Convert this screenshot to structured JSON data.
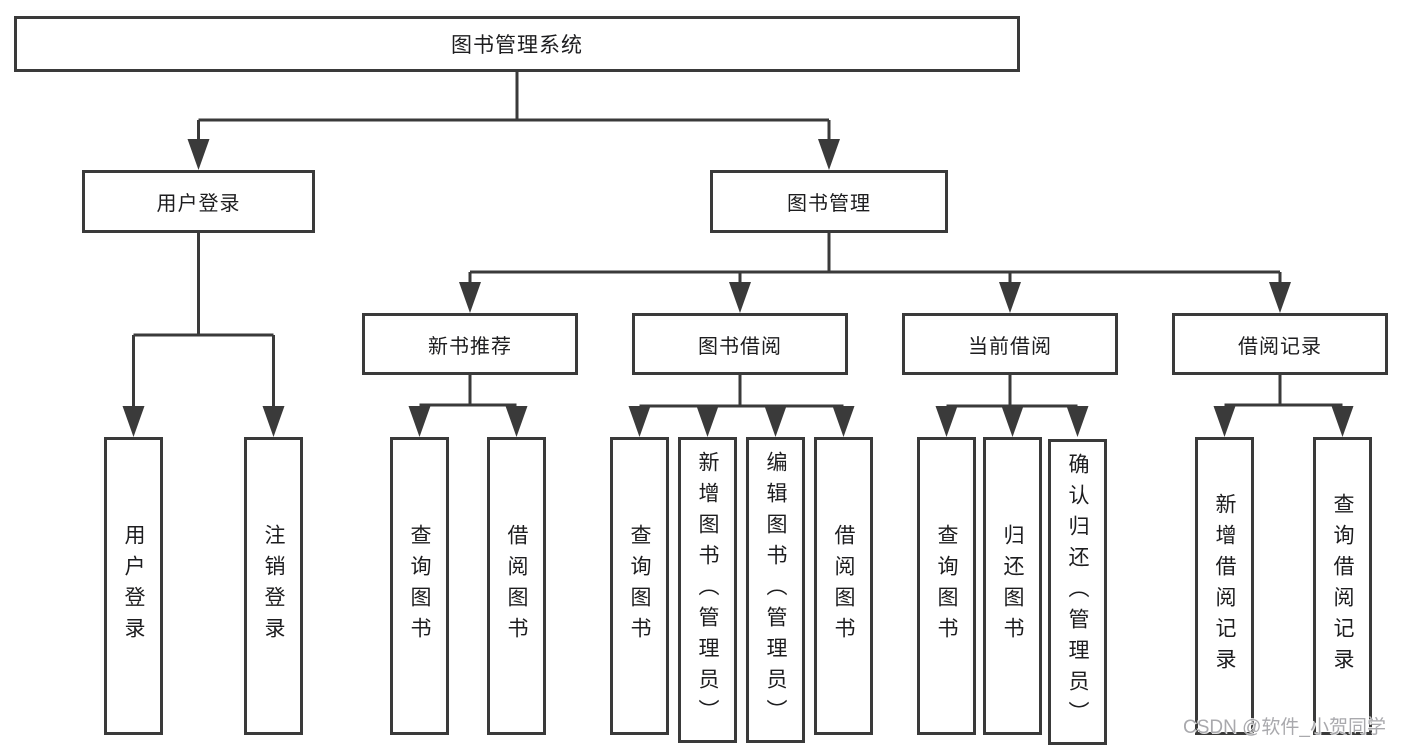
{
  "colors": {
    "line": "#3a3a3a",
    "text": "#1d1d1f",
    "watermark": "#a9a9ad",
    "background": "#ffffff"
  },
  "watermark": {
    "text": "CSDN @软件_小贺同学"
  },
  "diagram": {
    "root": {
      "label": "图书管理系统"
    },
    "level2": [
      {
        "label": "用户登录"
      },
      {
        "label": "图书管理"
      }
    ],
    "level3": [
      {
        "parent": "图书管理",
        "label": "新书推荐"
      },
      {
        "parent": "图书管理",
        "label": "图书借阅"
      },
      {
        "parent": "图书管理",
        "label": "当前借阅"
      },
      {
        "parent": "图书管理",
        "label": "借阅记录"
      }
    ],
    "leaves": [
      {
        "parent": "用户登录",
        "label": "用户登录"
      },
      {
        "parent": "用户登录",
        "label": "注销登录"
      },
      {
        "parent": "新书推荐",
        "label": "查询图书"
      },
      {
        "parent": "新书推荐",
        "label": "借阅图书"
      },
      {
        "parent": "图书借阅",
        "label": "查询图书"
      },
      {
        "parent": "图书借阅",
        "label": "新增图书（管理员）"
      },
      {
        "parent": "图书借阅",
        "label": "编辑图书（管理员）"
      },
      {
        "parent": "图书借阅",
        "label": "借阅图书"
      },
      {
        "parent": "当前借阅",
        "label": "查询图书"
      },
      {
        "parent": "当前借阅",
        "label": "归还图书"
      },
      {
        "parent": "当前借阅",
        "label": "确认归还（管理员）"
      },
      {
        "parent": "借阅记录",
        "label": "新增借阅记录"
      },
      {
        "parent": "借阅记录",
        "label": "查询借阅记录"
      }
    ]
  }
}
